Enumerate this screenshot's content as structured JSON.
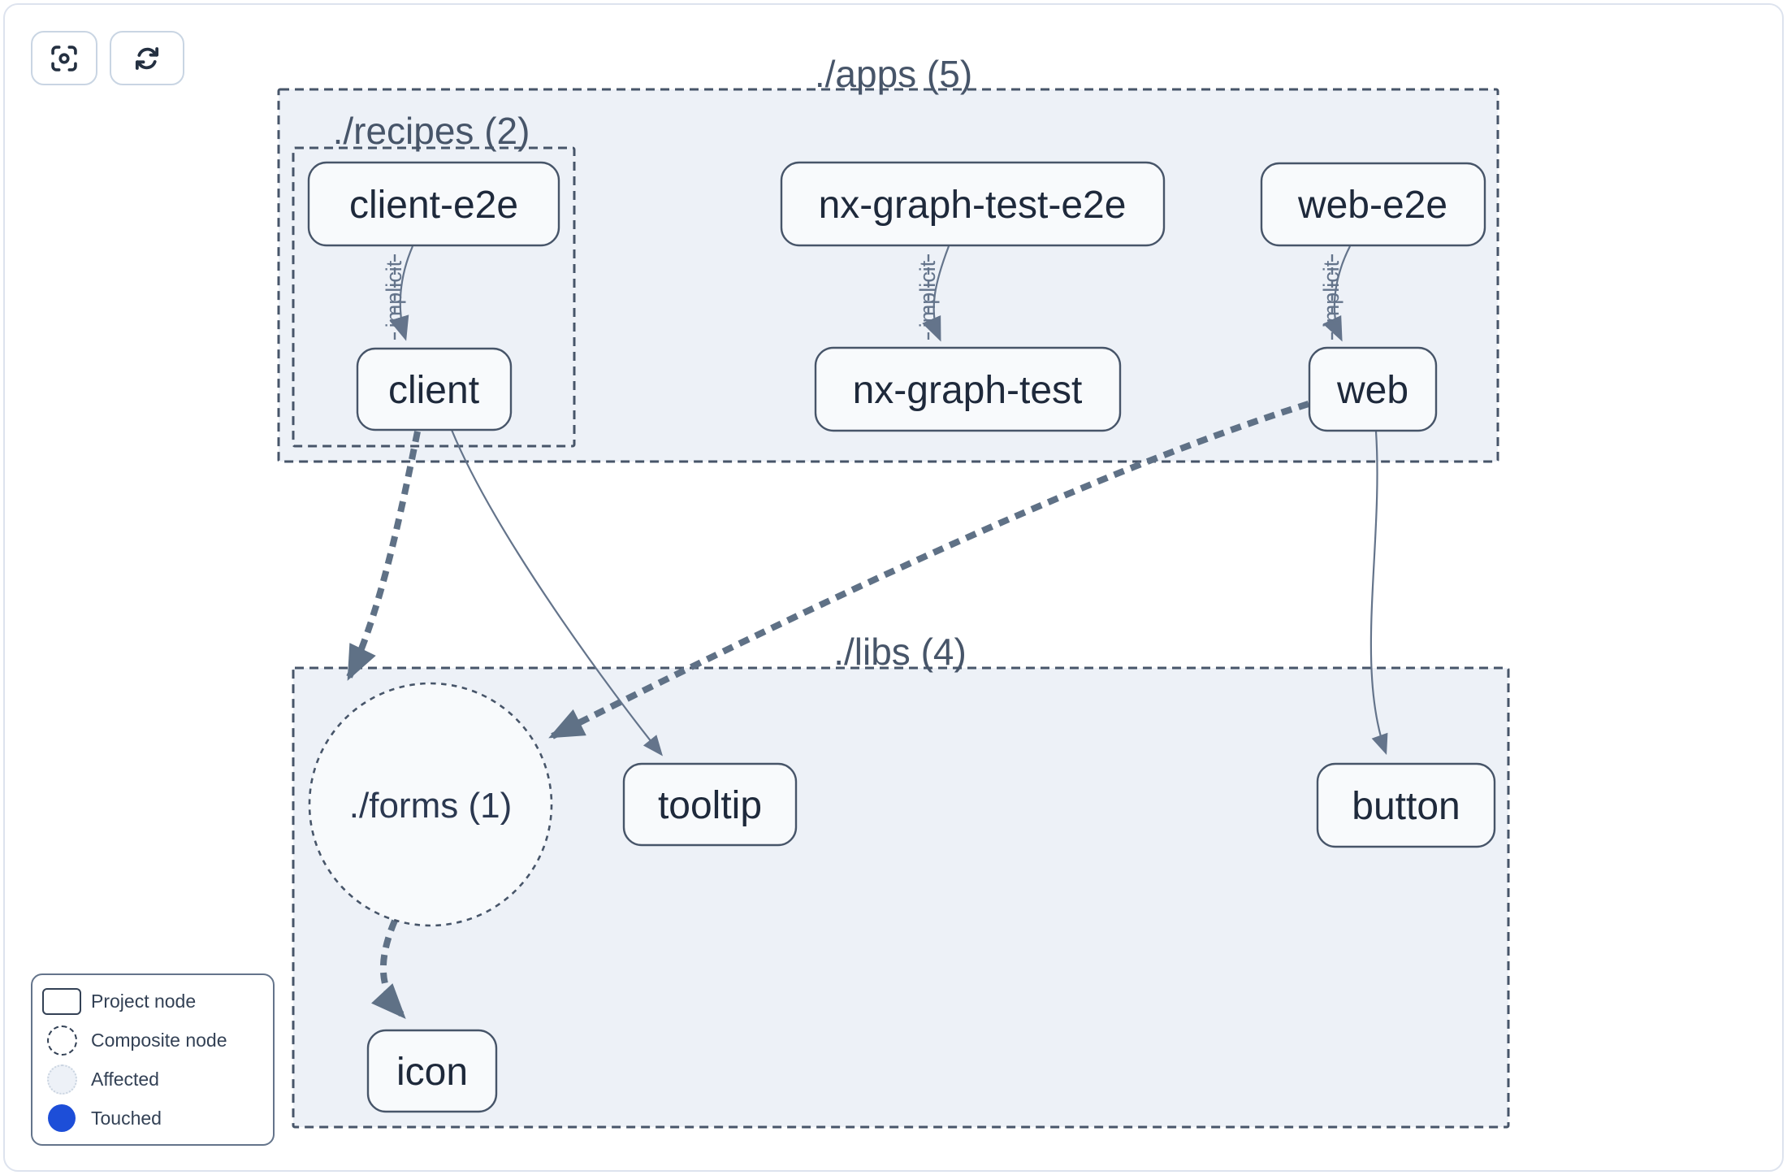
{
  "toolbar": {
    "buttons": [
      {
        "name": "focus-button",
        "icon": "focus-crosshair-icon"
      },
      {
        "name": "refresh-button",
        "icon": "refresh-icon"
      }
    ]
  },
  "graph": {
    "groups": [
      {
        "id": "apps",
        "label": "./apps (5)"
      },
      {
        "id": "recipes",
        "label": "./recipes (2)"
      },
      {
        "id": "libs",
        "label": "./libs (4)"
      },
      {
        "id": "forms",
        "label": "./forms (1)",
        "shape": "composite-circle"
      }
    ],
    "nodes": [
      {
        "id": "client-e2e",
        "label": "client-e2e"
      },
      {
        "id": "nx-graph-test-e2e",
        "label": "nx-graph-test-e2e"
      },
      {
        "id": "web-e2e",
        "label": "web-e2e"
      },
      {
        "id": "client",
        "label": "client"
      },
      {
        "id": "nx-graph-test",
        "label": "nx-graph-test"
      },
      {
        "id": "web",
        "label": "web"
      },
      {
        "id": "tooltip",
        "label": "tooltip"
      },
      {
        "id": "button",
        "label": "button"
      },
      {
        "id": "icon",
        "label": "icon"
      }
    ],
    "edges": [
      {
        "from": "client-e2e",
        "to": "client",
        "type": "implicit",
        "label": "implicit"
      },
      {
        "from": "nx-graph-test-e2e",
        "to": "nx-graph-test",
        "type": "implicit",
        "label": "implicit"
      },
      {
        "from": "web-e2e",
        "to": "web",
        "type": "implicit",
        "label": "implicit"
      },
      {
        "from": "client",
        "to": "./forms",
        "type": "composite",
        "label": ""
      },
      {
        "from": "client",
        "to": "tooltip",
        "type": "direct",
        "label": ""
      },
      {
        "from": "web",
        "to": "./forms",
        "type": "composite",
        "label": ""
      },
      {
        "from": "web",
        "to": "button",
        "type": "direct",
        "label": ""
      },
      {
        "from": "./forms",
        "to": "icon",
        "type": "composite",
        "label": ""
      }
    ]
  },
  "legend": {
    "items": [
      {
        "label": "Project node",
        "swatch": "project-node-swatch"
      },
      {
        "label": "Composite node",
        "swatch": "composite-node-swatch"
      },
      {
        "label": "Affected",
        "swatch": "affected-swatch"
      },
      {
        "label": "Touched",
        "swatch": "touched-swatch"
      }
    ]
  },
  "colors": {
    "container_fill": "#edf1f7",
    "node_fill": "#f8fafc",
    "border_slate": "#475569",
    "edge_slate": "#64748b",
    "text_dark": "#1e293b",
    "touched_blue": "#1d4ed8",
    "card_border": "#dde3ee"
  }
}
